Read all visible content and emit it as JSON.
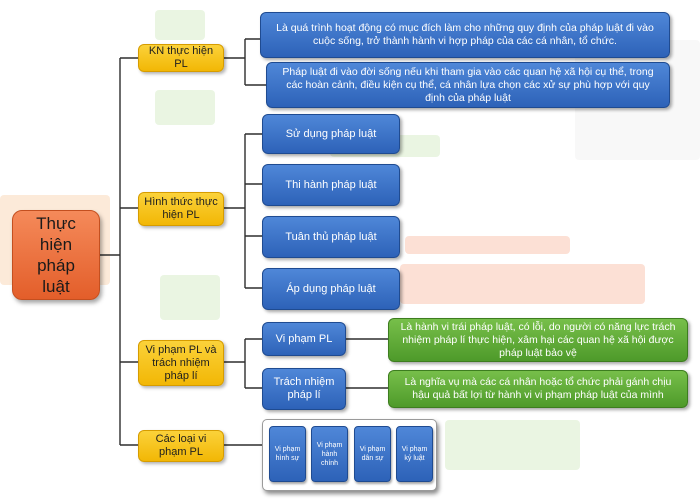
{
  "root": {
    "label": "Thực hiện pháp luật"
  },
  "branches": [
    {
      "label": "KN thực hiện PL"
    },
    {
      "label": "Hình thức thực hiện PL"
    },
    {
      "label": "Vi phạm PL và trách nhiệm pháp lí"
    },
    {
      "label": "Các loại vi phạm PL"
    }
  ],
  "concept": {
    "def1": "Là quá trình hoạt động có mục đích làm cho những quy định của pháp luật đi vào cuộc sống, trở thành hành vi hợp pháp của các cá nhân, tổ chức.",
    "def2": "Pháp luật đi vào đời sống nếu khi tham gia vào các quan hệ xã hội cụ thể, trong các hoàn cảnh, điều kiện cụ thể, cá nhân lựa chọn các xử sự phù hợp với quy định của pháp luật"
  },
  "forms": [
    {
      "label": "Sử dụng pháp luật"
    },
    {
      "label": "Thi hành pháp luật"
    },
    {
      "label": "Tuân thủ pháp luật"
    },
    {
      "label": "Áp dụng pháp luật"
    }
  ],
  "violation": {
    "label": "Vi phạm PL",
    "definition": "Là hành vi trái pháp luật, có lỗi, do người có năng lực trách nhiệm pháp lí thực hiện, xâm hại các quan hệ xã hội được pháp luật bảo vệ"
  },
  "liability": {
    "label": "Trách nhiệm pháp lí",
    "definition": "Là nghĩa vụ mà các cá nhân hoặc tổ chức phải gánh chịu hậu quả bất lợi từ hành vi vi phạm pháp luật của mình"
  },
  "violation_types": [
    {
      "label": "Vi phạm hình sự"
    },
    {
      "label": "Vi phạm hành chính"
    },
    {
      "label": "Vi phạm dân sự"
    },
    {
      "label": "Vi phạm kỷ luật"
    }
  ],
  "colors": {
    "root": "#e8683a",
    "branch": "#f5c518",
    "blue": "#3a70c8",
    "green": "#5aa83a",
    "connector": "#2e2e2e"
  }
}
